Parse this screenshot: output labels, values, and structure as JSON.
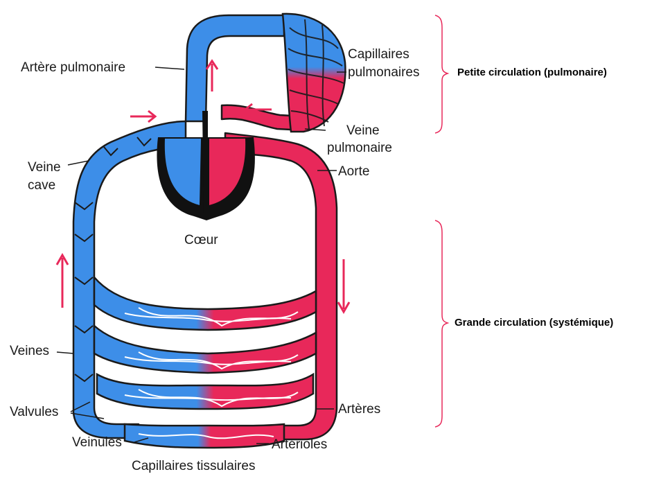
{
  "labels": {
    "artere_pulmonaire": "Artère pulmonaire",
    "capillaires_pulmonaires_1": "Capillaires",
    "capillaires_pulmonaires_2": "pulmonaires",
    "veine_pulmonaire_1": "Veine",
    "veine_pulmonaire_2": "pulmonaire",
    "veine_cave_1": "Veine",
    "veine_cave_2": "cave",
    "aorte": "Aorte",
    "coeur": "Cœur",
    "veines": "Veines",
    "valvules": "Valvules",
    "arteres": "Artères",
    "veinules": "Veinules",
    "arterioles": "Artérioles",
    "capillaires_tissulaires": "Capillaires tissulaires"
  },
  "sections": {
    "petite": "Petite circulation (pulmonaire)",
    "grande": "Grande circulation (systémique)"
  },
  "colors": {
    "venous": "#3d8ee8",
    "arterial": "#e8285a",
    "heart_wall": "#111111",
    "outline": "#1a1a1a",
    "arrow": "#e8285a",
    "bracket": "#e8285a"
  }
}
